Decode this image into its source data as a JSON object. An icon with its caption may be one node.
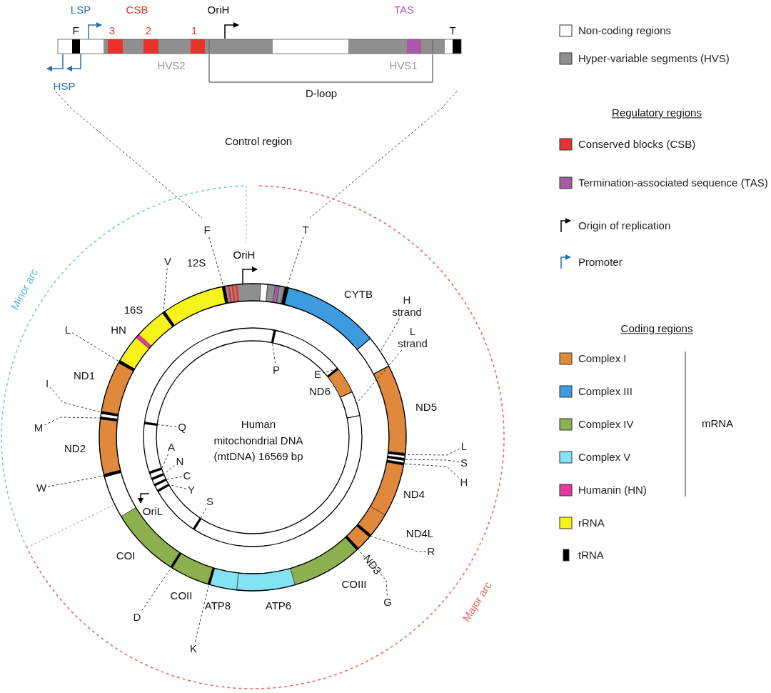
{
  "diagram": {
    "nodes": [
      {
        "text": [
          "F"
        ]
      },
      {
        "text": [
          "T"
        ]
      },
      {
        "text": [
          "V"
        ]
      },
      {
        "text": [
          "H strand"
        ]
      },
      {
        "text": [
          "L"
        ]
      },
      {
        "text": [
          "L strand"
        ]
      },
      {
        "text": [
          "P"
        ]
      },
      {
        "text": [
          "E"
        ]
      },
      {
        "text": [
          "I"
        ]
      },
      {
        "text": [
          "Q"
        ]
      },
      {
        "text": [
          "M"
        ]
      },
      {
        "text": [
          "L"
        ]
      },
      {
        "text": [
          "A"
        ]
      },
      {
        "text": [
          "S"
        ]
      },
      {
        "text": [
          "N"
        ]
      },
      {
        "text": [
          "C"
        ]
      },
      {
        "text": [
          "H"
        ]
      },
      {
        "text": [
          "W"
        ]
      },
      {
        "text": [
          "Y"
        ]
      },
      {
        "text": [
          "S"
        ]
      },
      {
        "text": [
          "R"
        ]
      },
      {
        "text": [
          "G"
        ]
      },
      {
        "text": [
          "D"
        ]
      },
      {
        "text": [
          "K"
        ]
      },
      {
        "text": [],
        "shape": "bar"
      },
      {
        "text": [],
        "shape": "bar"
      },
      {
        "text": [],
        "shape": "bar"
      },
      {
        "text": [],
        "shape": "bar"
      },
      {
        "text": [],
        "shape": "bar"
      },
      {
        "text": [],
        "shape": "bar"
      },
      {
        "text": [],
        "shape": "bar"
      },
      {
        "text": [],
        "shape": "bar"
      },
      {
        "text": [],
        "shape": "bar"
      },
      {
        "text": [],
        "shape": "bar"
      },
      {
        "text": [],
        "shape": "bar"
      },
      {
        "text": [],
        "shape": "bar"
      },
      {
        "text": [],
        "shape": "bar"
      },
      {
        "text": [],
        "shape": "bar"
      },
      {
        "text": [],
        "shape": "bar"
      },
      {
        "text": [],
        "shape": "bar"
      },
      {
        "text": [],
        "shape": "bar"
      },
      {
        "text": [],
        "shape": "bar"
      },
      {
        "text": [],
        "shape": "bar"
      },
      {
        "text": [],
        "shape": "bar"
      },
      {
        "text": [],
        "shape": "bar"
      },
      {
        "text": [],
        "shape": "bar"
      },
      {
        "text": [],
        "shape": "bar"
      },
      {
        "text": [],
        "shape": "bar"
      }
    ],
    "edges": [
      {
        "from": 0,
        "to": 24,
        "arrow": "none",
        "style": "dashed"
      },
      {
        "from": 1,
        "to": 25,
        "arrow": "none",
        "style": "dashed"
      },
      {
        "from": 2,
        "to": 26,
        "arrow": "none",
        "style": "dashed"
      },
      {
        "from": 3,
        "to": 27,
        "arrow": "none",
        "style": "dashed"
      },
      {
        "from": 4,
        "to": 28,
        "arrow": "none",
        "style": "dashed"
      },
      {
        "from": 5,
        "to": 29,
        "arrow": "none",
        "style": "dashed"
      },
      {
        "from": 6,
        "to": 30,
        "arrow": "none",
        "style": "dashed"
      },
      {
        "from": 7,
        "to": 31,
        "arrow": "none",
        "style": "dashed"
      },
      {
        "from": 8,
        "to": 32,
        "arrow": "none",
        "style": "dashed"
      },
      {
        "from": 9,
        "to": 33,
        "arrow": "none",
        "style": "dashed"
      },
      {
        "from": 10,
        "to": 34,
        "arrow": "none",
        "style": "dashed"
      },
      {
        "from": 11,
        "to": 35,
        "arrow": "none",
        "style": "dashed"
      },
      {
        "from": 12,
        "to": 36,
        "arrow": "none",
        "style": "dashed"
      },
      {
        "from": 13,
        "to": 37,
        "arrow": "none",
        "style": "dashed"
      },
      {
        "from": 14,
        "to": 38,
        "arrow": "none",
        "style": "dashed"
      },
      {
        "from": 15,
        "to": 39,
        "arrow": "none",
        "style": "dashed"
      },
      {
        "from": 16,
        "to": 40,
        "arrow": "none",
        "style": "dashed"
      },
      {
        "from": 17,
        "to": 41,
        "arrow": "none",
        "style": "dashed"
      },
      {
        "from": 18,
        "to": 42,
        "arrow": "none",
        "style": "dashed"
      },
      {
        "from": 19,
        "to": 43,
        "arrow": "none",
        "style": "dashed"
      },
      {
        "from": 20,
        "to": 44,
        "arrow": "none",
        "style": "dashed"
      },
      {
        "from": 21,
        "to": 45,
        "arrow": "none",
        "style": "dashed"
      },
      {
        "from": 22,
        "to": 46,
        "arrow": "none",
        "style": "dashed"
      },
      {
        "from": 23,
        "to": 47,
        "arrow": "none",
        "style": "dashed"
      }
    ],
    "labels": [
      "LSP",
      "CSB",
      "OriH",
      "TAS",
      "F",
      "3",
      "2",
      "1",
      "T",
      "HVS2",
      "HVS1",
      "HSP",
      "D-loop",
      "Regulatory regions",
      "Control region",
      "Minor arc",
      "OriH",
      "12S",
      "CYTB",
      "16S",
      "HN",
      "Coding regions",
      "ND1",
      "ND6",
      "ND5",
      "Human mitochondrial DNA (mtDNA) 16569 bp",
      "mRNA",
      "ND2",
      "ND4",
      "OriL",
      "ND4L",
      "COI",
      "ND3",
      "COIII",
      "COII",
      "ATP8",
      "ATP6",
      "Major arc"
    ],
    "legend": [
      {
        "text": "Non-coding regions",
        "color": "#ffffff"
      },
      {
        "text": "Hyper-variable segments (HVS)",
        "color": "#8f8f8f"
      },
      {
        "text": "Conserved blocks (CSB)",
        "color": "#e8322b"
      },
      {
        "text": "Termination-associated sequence (TAS)",
        "color": "#a85aa8"
      },
      {
        "text": "Origin of replication"
      },
      {
        "text": "Promoter"
      },
      {
        "text": "Complex I",
        "color": "#e0883c"
      },
      {
        "text": "Complex III",
        "color": "#3d9be0"
      },
      {
        "text": "Complex IV",
        "color": "#8db04e"
      },
      {
        "text": "Complex V",
        "color": "#82e3f2"
      },
      {
        "text": "Humanin (HN)",
        "color": "#e03aa0"
      },
      {
        "text": "rRNA",
        "color": "#f7f21a"
      },
      {
        "text": "tRNA",
        "color": "#000000"
      }
    ]
  }
}
